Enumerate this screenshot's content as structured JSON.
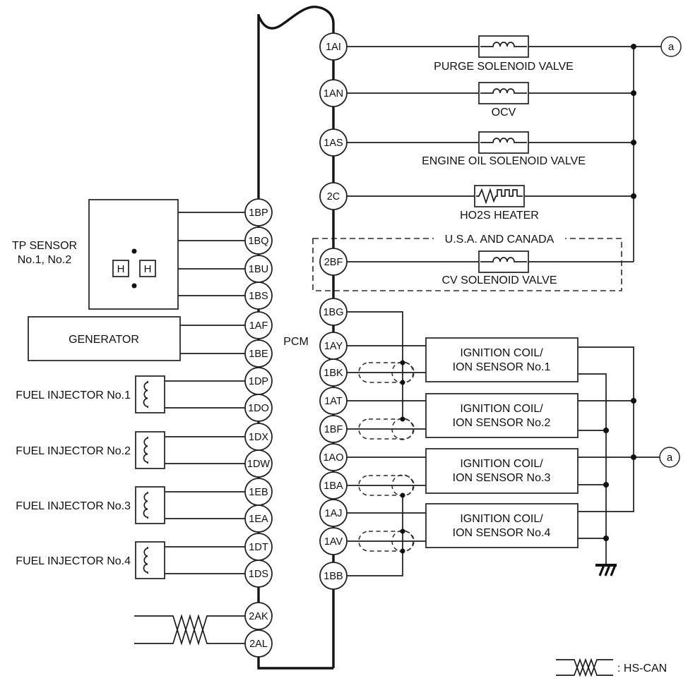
{
  "pcm_label": "PCM",
  "pins": {
    "left": [
      "1BP",
      "1BQ",
      "1BU",
      "1BS",
      "1AF",
      "1BE",
      "1DP",
      "1DO",
      "1DX",
      "1DW",
      "1EB",
      "1EA",
      "1DT",
      "1DS",
      "2AK",
      "2AL"
    ],
    "right": [
      "1AI",
      "1AN",
      "1AS",
      "2C",
      "2BF",
      "1BG",
      "1AY",
      "1BK",
      "1AT",
      "1BF",
      "1AO",
      "1BA",
      "1AJ",
      "1AV",
      "1BB"
    ]
  },
  "components": {
    "purge": "PURGE SOLENOID VALVE",
    "ocv": "OCV",
    "engine_oil": "ENGINE OIL SOLENOID VALVE",
    "ho2s": "HO2S HEATER",
    "region_note": "U.S.A. AND CANADA",
    "cv": "CV SOLENOID VALVE",
    "tp_sensor_line1": "TP SENSOR",
    "tp_sensor_line2": "No.1, No.2",
    "tp_h": "H",
    "generator": "GENERATOR",
    "injectors": [
      "FUEL INJECTOR No.1",
      "FUEL INJECTOR No.2",
      "FUEL INJECTOR No.3",
      "FUEL INJECTOR No.4"
    ],
    "ignition_line1": "IGNITION COIL/",
    "ignition_units": [
      "ION SENSOR No.1",
      "ION SENSOR No.2",
      "ION SENSOR No.3",
      "ION SENSOR No.4"
    ]
  },
  "connectors": {
    "ref_top": "a",
    "ref_mid": "a"
  },
  "legend": {
    "hs_can": ": HS-CAN"
  },
  "colors": {
    "line": "#1c1c1c",
    "background": "#ffffff"
  }
}
